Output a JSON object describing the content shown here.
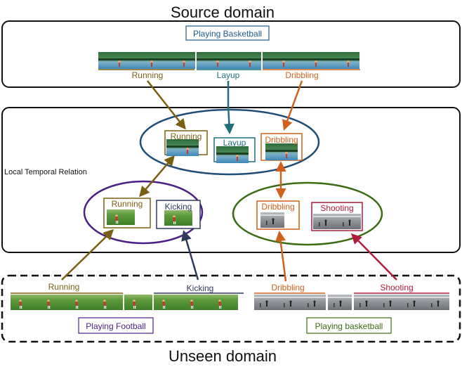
{
  "titles": {
    "source_domain": "Source domain",
    "unseen_domain": "Unseen domain"
  },
  "source": {
    "activity": "Playing Basketball",
    "segments": [
      "Running",
      "Layup",
      "Dribbling"
    ]
  },
  "middle": {
    "relation_label": "Local Temporal Relation",
    "basketball_cluster": [
      "Running",
      "Layup",
      "Dribbling"
    ],
    "football_cluster": [
      "Running",
      "Kicking"
    ],
    "unseen_basketball_cluster": [
      "Dribbling",
      "Shooting"
    ]
  },
  "unseen": {
    "football_activity": "Playing Football",
    "football_segments": [
      "Running",
      "Kicking"
    ],
    "basketball_activity": "Playing basketball",
    "basketball_segments": [
      "Dribbling",
      "Shooting"
    ]
  },
  "colors": {
    "running": "#7a5f12",
    "layup": "#1f6e7a",
    "dribbling": "#d0601c",
    "kicking": "#2e3a5c",
    "shooting": "#b01c3c",
    "cluster_basketball": "#1e4d78",
    "cluster_football": "#4b1f86",
    "cluster_unseen": "#3a6b12",
    "activity_source_border": "#1f5a8a",
    "activity_football_border": "#4b1f86",
    "activity_unseen_border": "#3a6b12"
  }
}
